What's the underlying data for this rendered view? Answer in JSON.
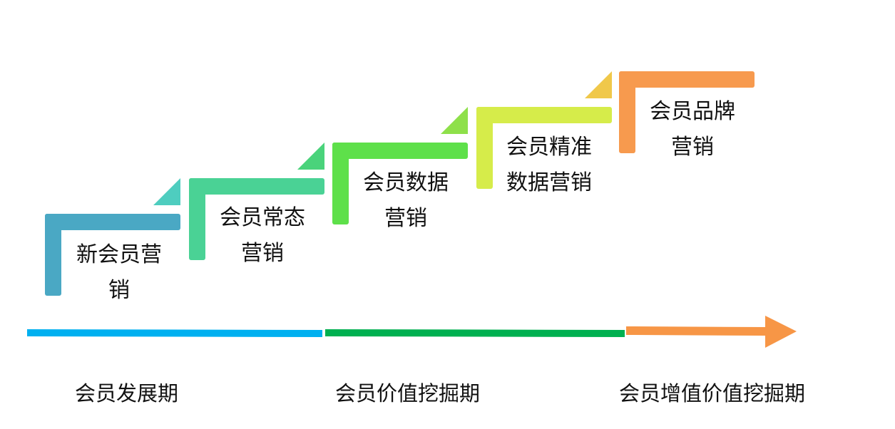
{
  "steps": [
    {
      "line1": "新会员营",
      "line2": "销",
      "color": "#4aa8c4",
      "corner_color": "#4ecdbf"
    },
    {
      "line1": "会员常态",
      "line2": "营销",
      "color": "#4ad295",
      "corner_color": "#4ad37b"
    },
    {
      "line1": "会员数据",
      "line2": "营销",
      "color": "#5ee04a",
      "corner_color": "#8ee04a"
    },
    {
      "line1": "会员精准",
      "line2": "数据营销",
      "color": "#d6ec4a",
      "corner_color": "#f0c84a"
    },
    {
      "line1": "会员品牌",
      "line2": "营销",
      "color": "#f79a4e",
      "corner_color": null
    }
  ],
  "phases": [
    {
      "label": "会员发展期",
      "color": "#00b0f0"
    },
    {
      "label": "会员价值挖掘期",
      "color": "#00b050"
    },
    {
      "label": "会员增值价值挖掘期",
      "color": "#f79646"
    }
  ]
}
